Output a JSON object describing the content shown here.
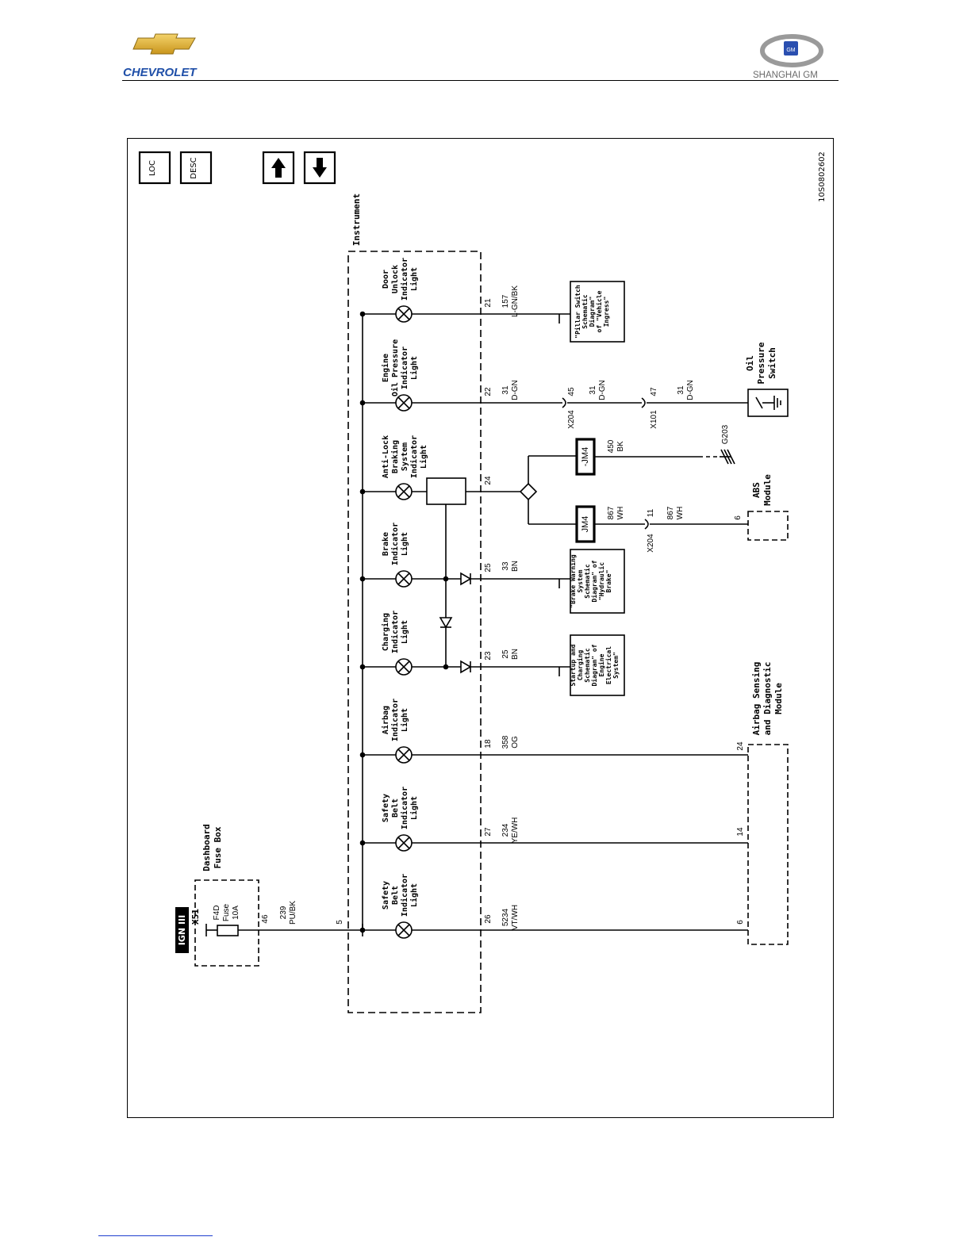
{
  "header": {
    "left_logo_text": "CHEVROLET",
    "right_logo_text": "SHANGHAI GM",
    "right_logo_badge": "GM"
  },
  "diagram": {
    "figure_id": "10S0802602",
    "nav": {
      "loc": "LOC",
      "desc": "DESC"
    },
    "ign": "IGN III",
    "fuse_box": {
      "connector": "X51",
      "name_line1": "Dashboard",
      "name_line2": "Fuse Box",
      "fuse_id": "F4D",
      "fuse_word": "Fuse",
      "fuse_rating": "10A",
      "pin": "46",
      "wire_num": "239",
      "wire_color": "PU/BK"
    },
    "instrument": {
      "label": "Instrument",
      "feed_pin": "5"
    },
    "lamps": [
      {
        "name_lines": [
          "Safety",
          "Belt",
          "Indicator",
          "Light"
        ],
        "pin": "26",
        "wire_num": "5234",
        "wire_color": "VT/WH"
      },
      {
        "name_lines": [
          "Safety",
          "Belt",
          "Indicator",
          "Light"
        ],
        "pin": "27",
        "wire_num": "234",
        "wire_color": "YE/WH"
      },
      {
        "name_lines": [
          "Airbag",
          "Indicator",
          "Light"
        ],
        "pin": "18",
        "wire_num": "358",
        "wire_color": "OG"
      },
      {
        "name_lines": [
          "Charging",
          "Indicator",
          "Light"
        ],
        "pin": "23",
        "wire_num": "25",
        "wire_color": "BN"
      },
      {
        "name_lines": [
          "Brake",
          "Indicator",
          "Light"
        ],
        "pin": "25",
        "wire_num": "33",
        "wire_color": "BN"
      },
      {
        "name_lines": [
          "Anti-Lock",
          "Braking",
          "System",
          "Indicator",
          "Light"
        ],
        "pin": "24",
        "wire_num": "",
        "wire_color": ""
      },
      {
        "name_lines": [
          "Engine",
          "Oil Pressure",
          "Indicator",
          "Light"
        ],
        "pin": "22",
        "wire_num": "31",
        "wire_color": "D-GN"
      },
      {
        "name_lines": [
          "Door",
          "Unlock",
          "Indicator",
          "Light"
        ],
        "pin": "21",
        "wire_num": "157",
        "wire_color": "L-GN/BK"
      }
    ],
    "references": {
      "startup": [
        "Startup and",
        "Charging",
        "Schematic",
        "Diagram\" of",
        "Engine",
        "Electrical",
        "System\""
      ],
      "brake_warning": [
        "\"Brake Warning",
        "System",
        "Schematic",
        "Diagram\" of",
        "\"Hydraulic",
        "Brake\""
      ],
      "pillar": [
        "\"Pillar Switch",
        "Schematic",
        "Diagram\"",
        "of \"Vehicle",
        "Ingress\""
      ]
    },
    "airbag_module": {
      "name_lines": [
        "Airbag Sensing",
        "and Diagnostic",
        "Module"
      ],
      "pins": [
        "6",
        "14",
        "24"
      ]
    },
    "abs": {
      "junction_a": "JM4",
      "junction_b": "-JM4",
      "wire_a_num": "867",
      "wire_a_color": "WH",
      "connector": "X204",
      "connector_pin": "11",
      "wire_a2_num": "867",
      "wire_a2_color": "WH",
      "module_pin": "6",
      "module_lines": [
        "ABS",
        "Module"
      ],
      "wire_b_num": "450",
      "wire_b_color": "BK",
      "ground": "G203"
    },
    "oil": {
      "conn1": "X204",
      "conn1_pin": "45",
      "wire2_num": "31",
      "wire2_color": "D-GN",
      "conn2": "X101",
      "conn2_pin": "47",
      "wire3_num": "31",
      "wire3_color": "D-GN",
      "switch_lines": [
        "Oil",
        "Pressure",
        "Switch"
      ]
    }
  }
}
